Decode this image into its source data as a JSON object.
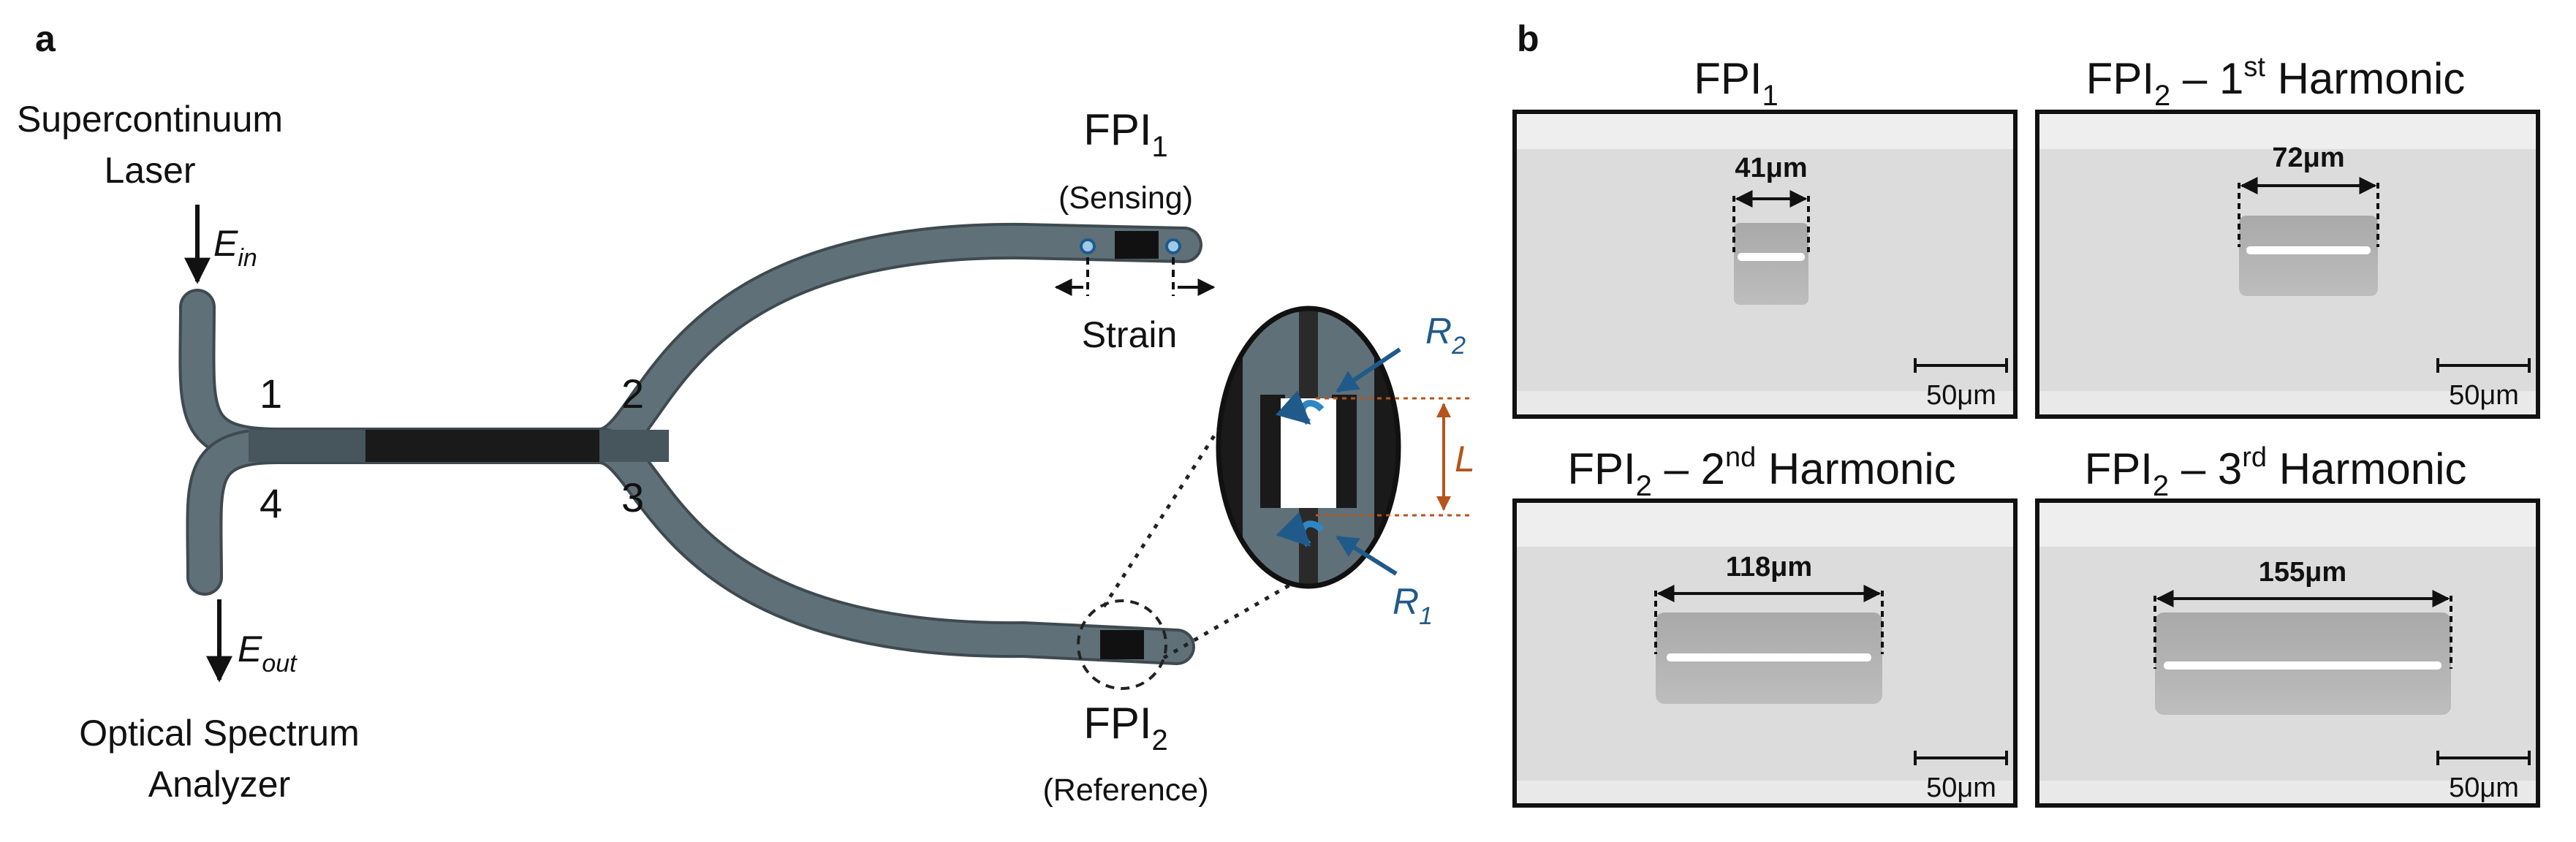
{
  "panel_a": {
    "letter": "a",
    "source_label": "Supercontinuum Laser",
    "source_line1": "Supercontinuum",
    "source_line2": "Laser",
    "e_in": "E",
    "e_in_sub": "in",
    "e_out": "E",
    "e_out_sub": "out",
    "analyzer_line1": "Optical Spectrum",
    "analyzer_line2": "Analyzer",
    "ports": [
      "1",
      "2",
      "3",
      "4"
    ],
    "fpi1": {
      "name": "FPI",
      "sub": "1",
      "role": "(Sensing)"
    },
    "fpi2": {
      "name": "FPI",
      "sub": "2",
      "role": "(Reference)"
    },
    "strain_label": "Strain",
    "inset": {
      "r2": "R",
      "r2_sub": "2",
      "r1": "R",
      "r1_sub": "1",
      "length": "L"
    }
  },
  "panel_b": {
    "letter": "b",
    "images": [
      {
        "title_main": "FPI",
        "title_sub": "1",
        "title_rest": "",
        "title_sup": "",
        "title_end": "",
        "measure": "41μm",
        "scale_bar": "50μm"
      },
      {
        "title_main": "FPI",
        "title_sub": "2",
        "title_rest": " – 1",
        "title_sup": "st",
        "title_end": " Harmonic",
        "measure": "72μm",
        "scale_bar": "50μm"
      },
      {
        "title_main": "FPI",
        "title_sub": "2",
        "title_rest": " – 2",
        "title_sup": "nd",
        "title_end": " Harmonic",
        "measure": "118μm",
        "scale_bar": "50μm"
      },
      {
        "title_main": "FPI",
        "title_sub": "2",
        "title_rest": " – 3",
        "title_sup": "rd",
        "title_end": " Harmonic",
        "measure": "155μm",
        "scale_bar": "50μm"
      }
    ]
  },
  "colors": {
    "fiber": "#5f7078",
    "fiber_core": "#1a1a1a",
    "reflection_blue": "#1f5a8a",
    "length_orange": "#b5541c",
    "micrograph_bg": "#dcdcdc"
  }
}
